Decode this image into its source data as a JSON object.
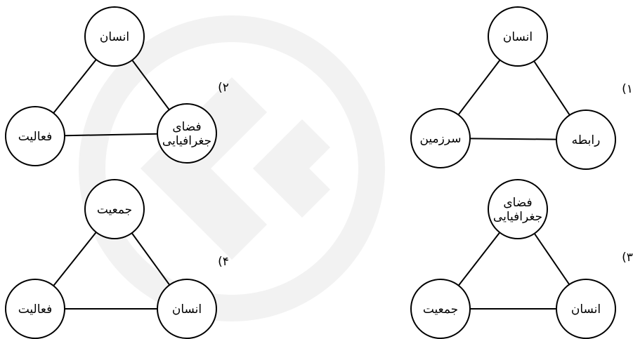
{
  "colors": {
    "stroke": "#000000",
    "node_fill": "#ffffff",
    "watermark": "#f0f0f0"
  },
  "diagrams": [
    {
      "option_label": "(۲",
      "nodes": {
        "top": "انسان",
        "left": "فعالیت",
        "right": "فضای\nجغرافیایی"
      }
    },
    {
      "option_label": "(۱",
      "nodes": {
        "top": "انسان",
        "left": "سرزمین",
        "right": "رابطه"
      }
    },
    {
      "option_label": "(۴",
      "nodes": {
        "top": "جمعیت",
        "left": "فعالیت",
        "right": "انسان"
      }
    },
    {
      "option_label": "(۳",
      "nodes": {
        "top": "فضای\nجغرافیایی",
        "left": "جمعیت",
        "right": "انسان"
      }
    }
  ]
}
